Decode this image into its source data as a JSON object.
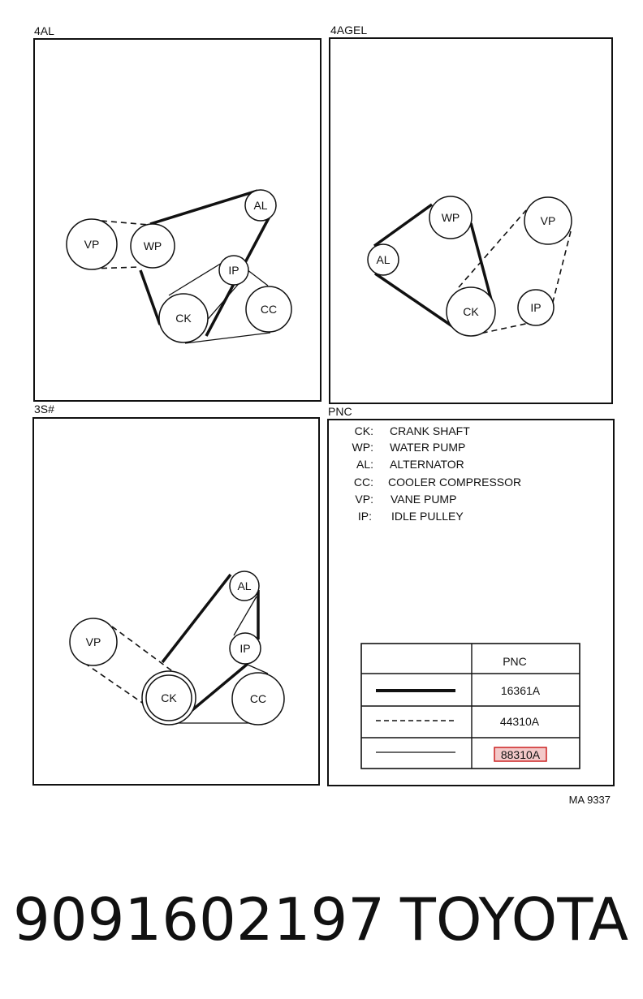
{
  "panels": {
    "p4al": {
      "label": "4AL"
    },
    "p4agel": {
      "label": "4AGEL"
    },
    "p3s": {
      "label": "3S#"
    },
    "pnc": {
      "label": "PNC"
    }
  },
  "pulleys": {
    "vp": "VP",
    "wp": "WP",
    "al": "AL",
    "ip": "IP",
    "ck": "CK",
    "cc": "CC"
  },
  "legend": [
    {
      "code": "CK:",
      "name": "CRANK SHAFT"
    },
    {
      "code": "WP:",
      "name": "WATER PUMP"
    },
    {
      "code": "AL:",
      "name": "ALTERNATOR"
    },
    {
      "code": "CC:",
      "name": "COOLER COMPRESSOR"
    },
    {
      "code": "VP:",
      "name": "VANE PUMP"
    },
    {
      "code": "IP:",
      "name": "IDLE PULLEY"
    }
  ],
  "pnc_table": {
    "header": "PNC",
    "rows": [
      {
        "line": "thick",
        "value": "16361A"
      },
      {
        "line": "dashed",
        "value": "44310A"
      },
      {
        "line": "thin",
        "value": "88310A"
      }
    ]
  },
  "drawing_ref": "MA 9337",
  "footer": {
    "part_number": "9091602197",
    "brand": "TOYOTA"
  },
  "colors": {
    "ink": "#111111",
    "highlight": "#cc2222",
    "highlight_fill": "#f3c9c9"
  }
}
